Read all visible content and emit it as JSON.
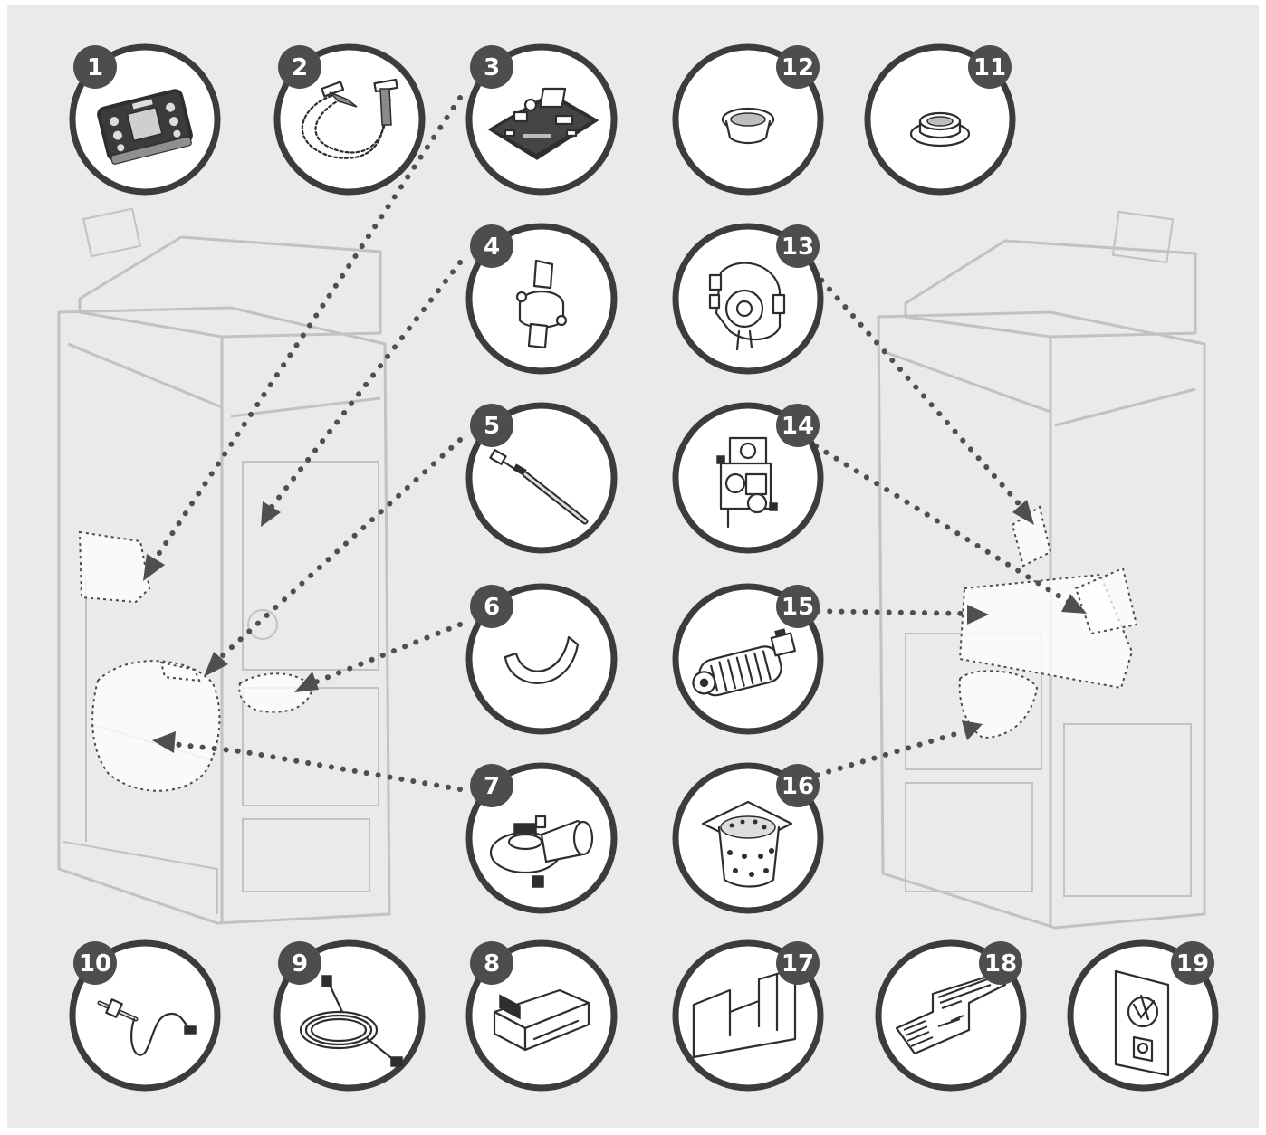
{
  "diagram": {
    "colors": {
      "background": "#eaeaea",
      "frame": "#c2c2c2",
      "circle_border": "#3c3c3c",
      "badge": "#4d4d4d",
      "badge_text": "#ffffff",
      "leader_dots": "#4f4f4f"
    },
    "parts": [
      {
        "number": "1",
        "icon": "control-panel-icon"
      },
      {
        "number": "2",
        "icon": "ribbon-cable-icon"
      },
      {
        "number": "3",
        "icon": "circuit-board-icon"
      },
      {
        "number": "12",
        "icon": "gasket-ring-icon"
      },
      {
        "number": "11",
        "icon": "flanged-ring-icon"
      },
      {
        "number": "4",
        "icon": "thermostat-icon"
      },
      {
        "number": "13",
        "icon": "pressure-switch-icon"
      },
      {
        "number": "5",
        "icon": "temperature-probe-icon"
      },
      {
        "number": "14",
        "icon": "gear-motor-icon"
      },
      {
        "number": "6",
        "icon": "curved-shield-icon"
      },
      {
        "number": "15",
        "icon": "tangential-fan-icon"
      },
      {
        "number": "7",
        "icon": "exhaust-blower-icon"
      },
      {
        "number": "16",
        "icon": "burn-pot-icon"
      },
      {
        "number": "10",
        "icon": "igniter-icon"
      },
      {
        "number": "9",
        "icon": "cable-coil-icon"
      },
      {
        "number": "8",
        "icon": "wifi-module-icon"
      },
      {
        "number": "17",
        "icon": "bracket-insert-icon"
      },
      {
        "number": "18",
        "icon": "grill-plate-icon"
      },
      {
        "number": "19",
        "icon": "wall-outlet-icon"
      }
    ]
  }
}
